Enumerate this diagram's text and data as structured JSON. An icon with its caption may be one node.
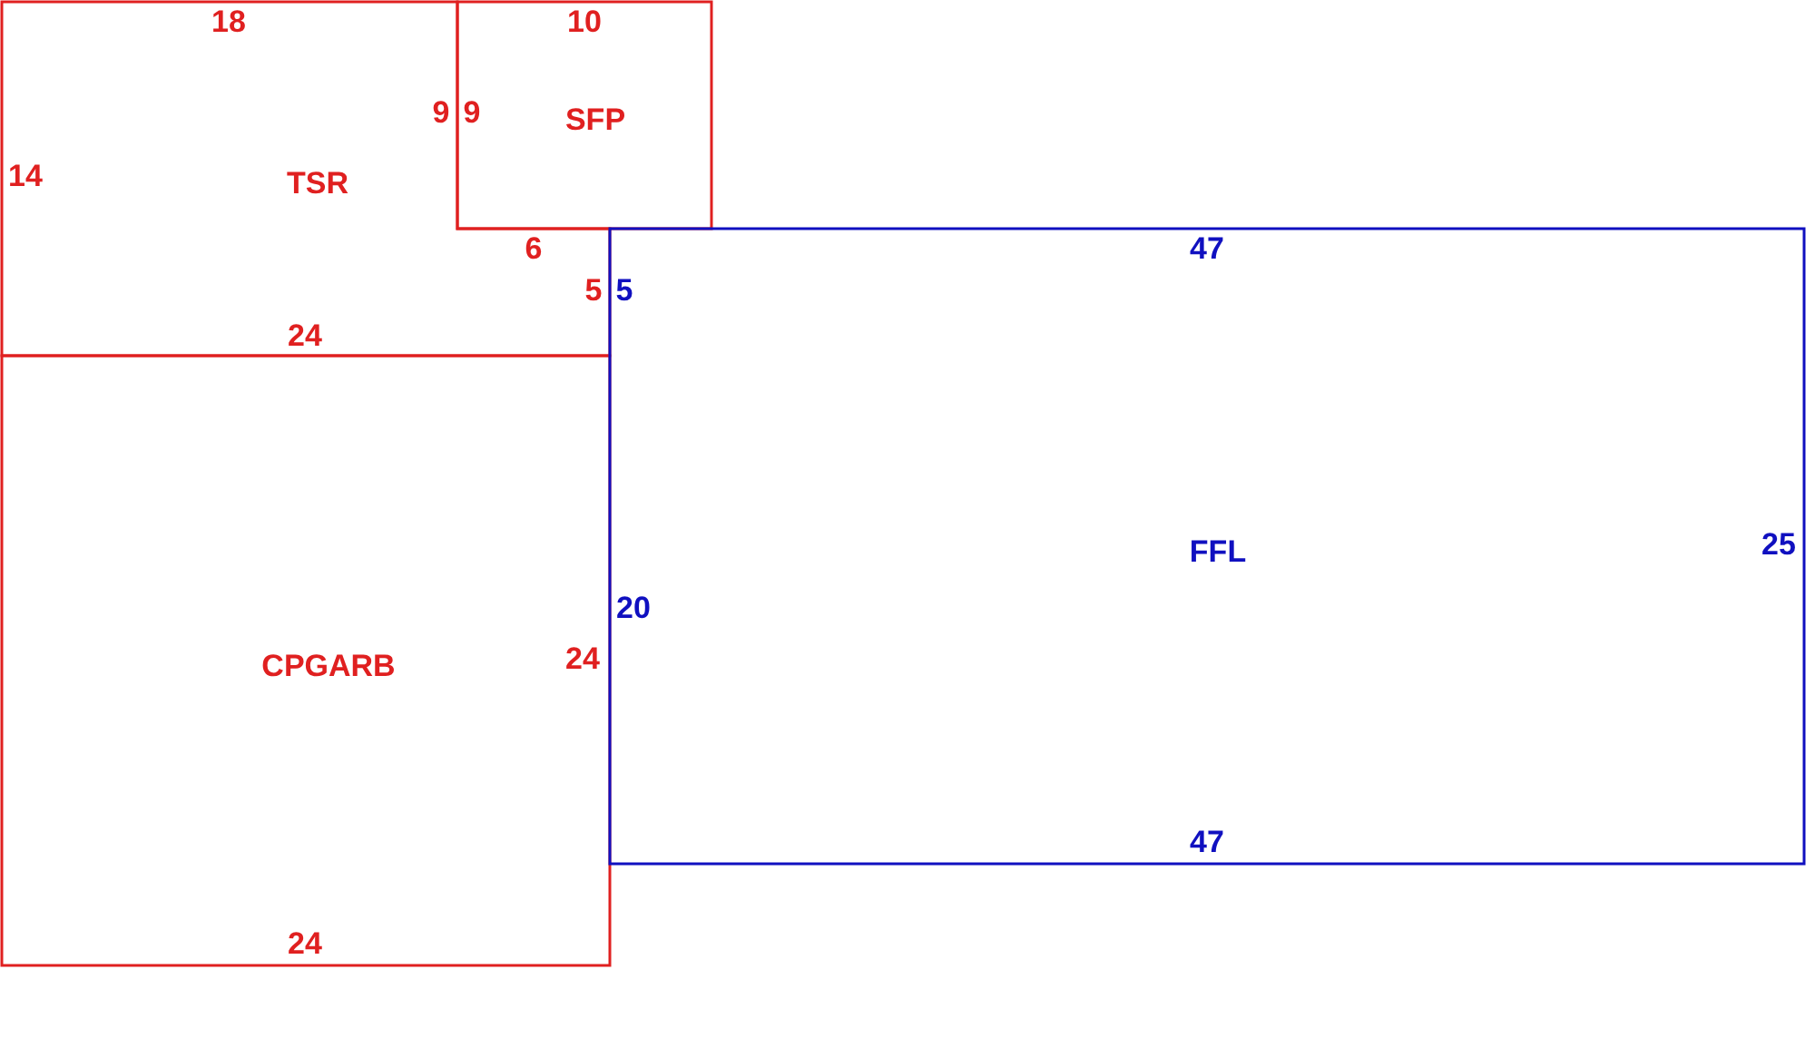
{
  "diagram": {
    "nodes": [
      {
        "text": [
          "18",
          "9",
          "14",
          "TSR",
          "6",
          "5",
          "24"
        ]
      },
      {
        "text": [
          "10",
          "9",
          "SFP"
        ]
      },
      {
        "text": [
          "CPGARB",
          "24",
          "24"
        ]
      },
      {
        "text": [
          "47",
          "5",
          "25",
          "FFL",
          "20",
          "47"
        ]
      }
    ]
  }
}
